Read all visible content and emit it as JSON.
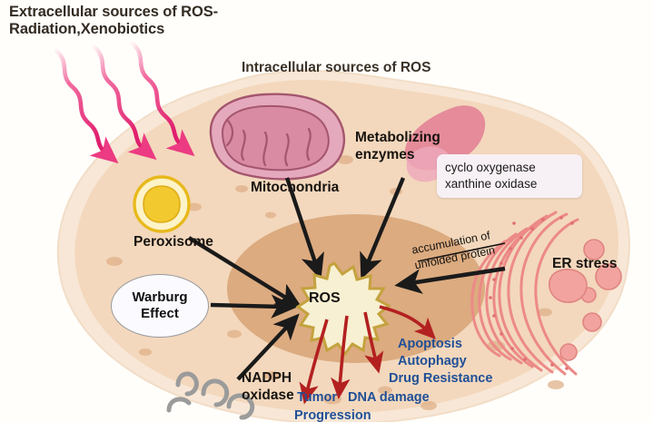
{
  "figure": {
    "type": "biological-diagram",
    "subject": "Sources and downstream effects of Reactive Oxygen Species (ROS) in a cell",
    "background_color": "#fffefb"
  },
  "headings": {
    "extracellular": "Extracellular sources of ROS-\nRadiation,Xenobiotics",
    "intracellular": "Intracellular sources of ROS"
  },
  "center": {
    "ros_label": "ROS",
    "burst_fill": "#f7f0d2",
    "burst_stroke": "#c4a23e"
  },
  "organelles": [
    {
      "name": "Mitochondria",
      "label": "Mitochondria",
      "color": "#d98ba4"
    },
    {
      "name": "Peroxisome",
      "label": "Peroxisome",
      "color": "#f2c92e"
    },
    {
      "name": "Endoplasmic reticulum",
      "label": "ER stress",
      "color": "#ec8a87"
    }
  ],
  "sources": {
    "metabolizing_enzymes": "Metabolizing\nenzymes",
    "enzyme_examples": [
      "cyclo oxygenase",
      "xanthine oxidase"
    ],
    "warburg": [
      "Warburg",
      "Effect"
    ],
    "nadph": "NADPH\noxidase",
    "mitochondria": "Mitochondria",
    "peroxisome": "Peroxisome"
  },
  "annotations": {
    "unfolded_protein": "accumulation of\nunfolded protein",
    "er_stress": "ER stress"
  },
  "outcomes": {
    "color": "#1f4f96",
    "items": [
      "Apoptosis",
      "Autophagy",
      "Drug Resistance",
      "DNA damage",
      "Tumor",
      "Progression"
    ]
  },
  "radiation": {
    "arrow_count": 3,
    "color": "#ec3b82"
  },
  "colors": {
    "cell_body": "#f3d8bd",
    "cell_rim": "#f7e6d5",
    "nucleus": "#d9a579",
    "arrow_black": "#1a1a1a",
    "arrow_red": "#b32020",
    "text_dark": "#17130f"
  }
}
